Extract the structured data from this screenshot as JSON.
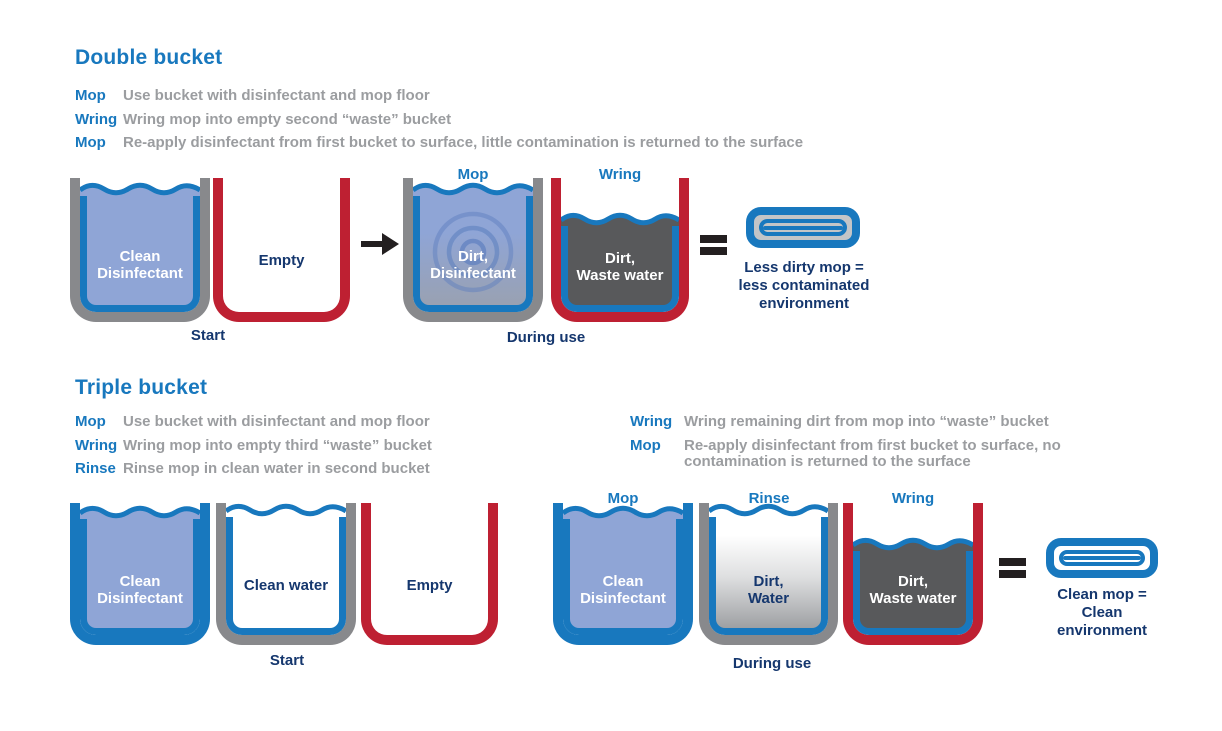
{
  "colors": {
    "brand_blue": "#1878be",
    "navy_text": "#15376e",
    "red": "#be2032",
    "bucket_gray": "#88898c",
    "waste_gray": "#58595b",
    "disinfectant_light_blue": "#8fa5d6",
    "step_text_gray": "#9b9da0",
    "black": "#231f20"
  },
  "icons": {
    "arrow": "right-arrow",
    "equals": "equals-sign",
    "dirty_mop": "dirty-mop",
    "clean_mop": "clean-mop",
    "wave": "water-surface"
  },
  "double": {
    "title": "Double bucket",
    "steps": [
      {
        "label": "Mop",
        "text": "Use bucket with disinfectant and mop floor"
      },
      {
        "label": "Wring",
        "text": "Wring mop into empty second “waste” bucket"
      },
      {
        "label": "Mop",
        "text": "Re-apply disinfectant from first bucket to surface, little contamination is returned to the surface"
      }
    ],
    "start_caption": "Start",
    "during_caption": "During use",
    "bucket1": {
      "line1": "Clean",
      "line2": "Disinfectant"
    },
    "bucket2": {
      "label": "Empty"
    },
    "bucket3": {
      "above": "Mop",
      "line1": "Dirt,",
      "line2": "Disinfectant"
    },
    "bucket4": {
      "above": "Wring",
      "line1": "Dirt,",
      "line2": "Waste water"
    },
    "result": {
      "lines": [
        "Less dirty mop =",
        "less contaminated",
        "environment"
      ]
    }
  },
  "triple": {
    "title": "Triple bucket",
    "steps_left": [
      {
        "label": "Mop",
        "text": "Use bucket with disinfectant and mop floor"
      },
      {
        "label": "Wring",
        "text": "Wring mop into empty third “waste” bucket"
      },
      {
        "label": "Rinse",
        "text": "Rinse mop in clean water in second bucket"
      }
    ],
    "steps_right": [
      {
        "label": "Wring",
        "text": "Wring remaining dirt from mop into “waste” bucket"
      },
      {
        "label": "Mop",
        "text": "Re-apply disinfectant from first bucket to surface, no contamination is returned to the surface"
      }
    ],
    "start_caption": "Start",
    "during_caption": "During use",
    "bucket1": {
      "line1": "Clean",
      "line2": "Disinfectant"
    },
    "bucket2": {
      "label": "Clean water"
    },
    "bucket3": {
      "label": "Empty"
    },
    "bucket4": {
      "above": "Mop",
      "line1": "Clean",
      "line2": "Disinfectant"
    },
    "bucket5": {
      "above": "Rinse",
      "line1": "Dirt,",
      "line2": "Water"
    },
    "bucket6": {
      "above": "Wring",
      "line1": "Dirt,",
      "line2": "Waste water"
    },
    "result": {
      "lines": [
        "Clean mop =",
        "Clean",
        "environment"
      ]
    }
  }
}
